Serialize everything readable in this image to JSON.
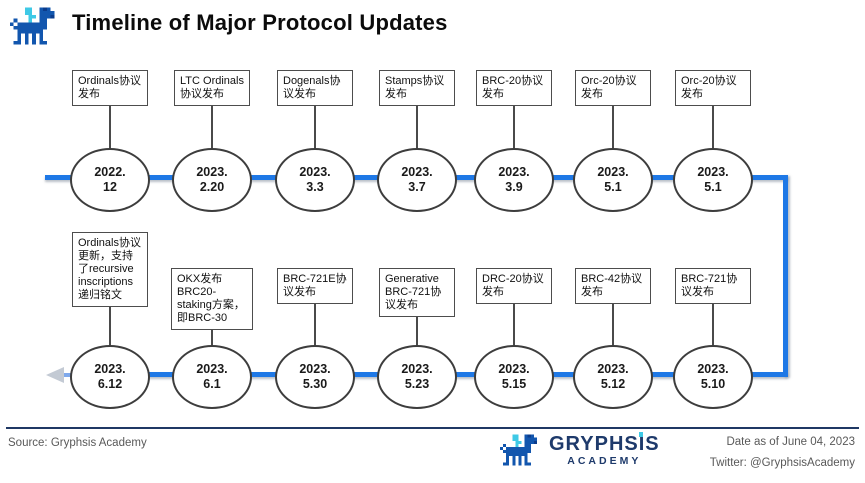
{
  "header": {
    "title": "Timeline of Major Protocol Updates",
    "logo_icon": "pixel-dragon-icon"
  },
  "timeline": {
    "top": [
      {
        "label": "Ordinals协议发布",
        "date_year": "2022.",
        "date_day": "12"
      },
      {
        "label": "LTC Ordinals协议发布",
        "date_year": "2023.",
        "date_day": "2.20"
      },
      {
        "label": "Dogenals协议发布",
        "date_year": "2023.",
        "date_day": "3.3"
      },
      {
        "label": "Stamps协议发布",
        "date_year": "2023.",
        "date_day": "3.7"
      },
      {
        "label": "BRC-20协议发布",
        "date_year": "2023.",
        "date_day": "3.9"
      },
      {
        "label": "Orc-20协议发布",
        "date_year": "2023.",
        "date_day": "5.1"
      },
      {
        "label": "Orc-20协议发布",
        "date_year": "2023.",
        "date_day": "5.1"
      }
    ],
    "bottom": [
      {
        "label": "Ordinals协议更新，支持了recursive inscriptions递归铭文",
        "date_year": "2023.",
        "date_day": "6.12"
      },
      {
        "label": "OKX发布BRC20-staking方案，即BRC-30",
        "date_year": "2023.",
        "date_day": "6.1"
      },
      {
        "label": "BRC-721E协议发布",
        "date_year": "2023.",
        "date_day": "5.30"
      },
      {
        "label": "Generative BRC-721协议发布",
        "date_year": "2023.",
        "date_day": "5.23"
      },
      {
        "label": "DRC-20协议发布",
        "date_year": "2023.",
        "date_day": "5.15"
      },
      {
        "label": "BRC-42协议发布",
        "date_year": "2023.",
        "date_day": "5.12"
      },
      {
        "label": "BRC-721协议发布",
        "date_year": "2023.",
        "date_day": "5.10"
      }
    ]
  },
  "footer": {
    "source": "Source: Gryphsis Academy",
    "brand": "GRYPHSIS",
    "brand_sub": "ACADEMY",
    "brand_icon": "pixel-dragon-icon",
    "date_note": "Date as of June 04, 2023",
    "twitter": "Twitter: @GryphsisAcademy"
  },
  "colors": {
    "timeline_blue": "#1e78e6",
    "navy": "#1f3864",
    "circle_border": "#3d3d3d",
    "gray_text": "#595959",
    "logo_cyan": "#3ec9e6",
    "logo_blue": "#1256ae"
  }
}
